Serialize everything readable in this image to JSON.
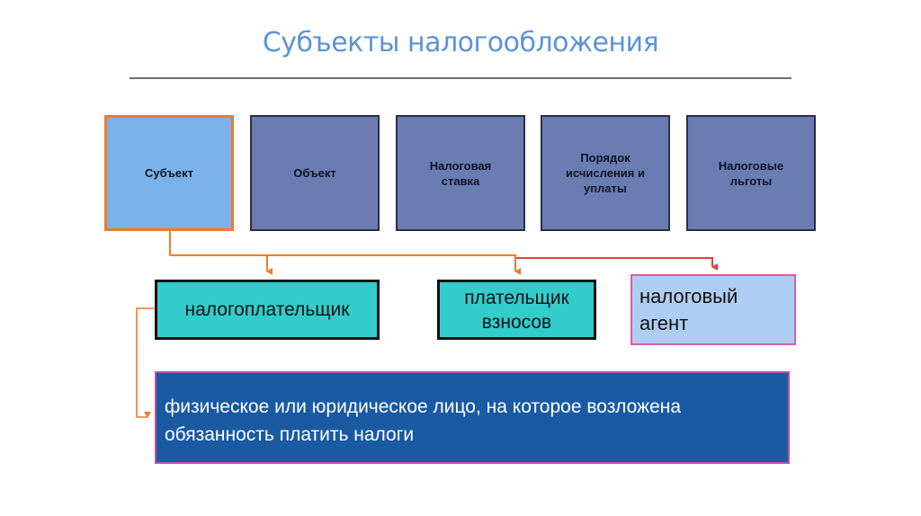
{
  "title": "Субъекты налогообложения",
  "elements": [
    {
      "label": "Субъект",
      "active": true
    },
    {
      "label": "Объект",
      "active": false
    },
    {
      "label": "Налоговая ставка",
      "active": false
    },
    {
      "label": "Порядок исчисления и уплаты",
      "active": false
    },
    {
      "label": "Налоговые льготы",
      "active": false
    }
  ],
  "subjects": {
    "taxpayer": "налогоплательщик",
    "contribution_payer": "плательщик взносов",
    "tax_agent": "налоговый агент"
  },
  "definition": "физическое или юридическое лицо, на которое возложена обязанность платить налоги",
  "colors": {
    "title": "#5b93d9",
    "element_box": "#6b7cb3",
    "active_box": "#7bb2ea",
    "active_border": "#f07a2a",
    "teal_box": "#32cccc",
    "agent_box": "#aecdf2",
    "agent_border": "#e05aa8",
    "definition_box": "#1a5aa3",
    "connector_orange": "#f07a2a",
    "connector_red": "#e8403c"
  }
}
